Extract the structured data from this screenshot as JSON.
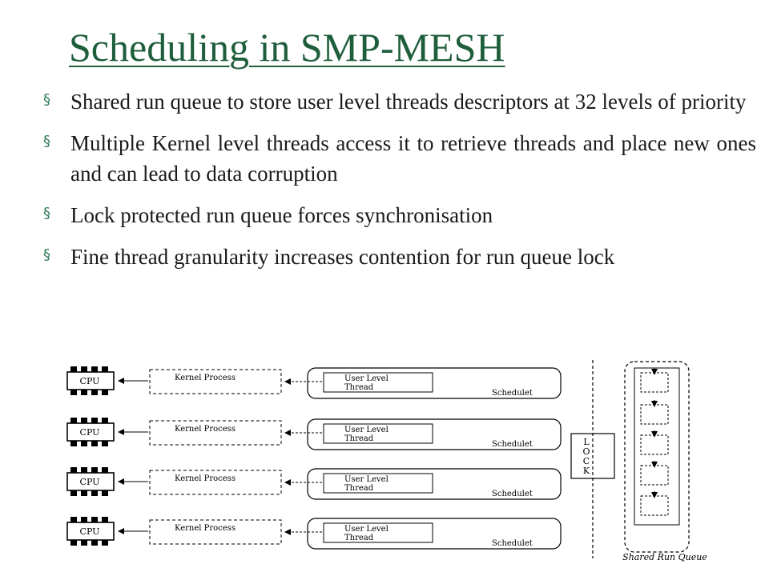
{
  "slide": {
    "title": "Scheduling in SMP-MESH",
    "bullet_marker": "§",
    "bullets": [
      "Shared run queue to store user level threads descriptors at 32 levels of priority",
      "Multiple Kernel level threads access it to retrieve threads and place new ones and can lead to data corruption",
      "Lock protected run queue forces synchronisation",
      "Fine thread granularity increases contention for run queue lock"
    ],
    "accent_color": "#1e5e3b"
  },
  "diagram": {
    "rows": [
      {
        "cpu": "CPU",
        "kernel": "Kernel Process",
        "thread_line1": "User Level",
        "thread_line2": "Thread",
        "scheduler": "Schedulet"
      },
      {
        "cpu": "CPU",
        "kernel": "Kernel Process",
        "thread_line1": "User Level",
        "thread_line2": "Thread",
        "scheduler": "Schedulet"
      },
      {
        "cpu": "CPU",
        "kernel": "Kernel Process",
        "thread_line1": "User Level",
        "thread_line2": "Thread",
        "scheduler": "Schedulet"
      },
      {
        "cpu": "CPU",
        "kernel": "Kernel Process",
        "thread_line1": "User Level",
        "thread_line2": "Thread",
        "scheduler": "Schedulet"
      }
    ],
    "lock_letters": [
      "L",
      "O",
      "C",
      "K"
    ],
    "queue_label": "Shared Run Queue"
  }
}
